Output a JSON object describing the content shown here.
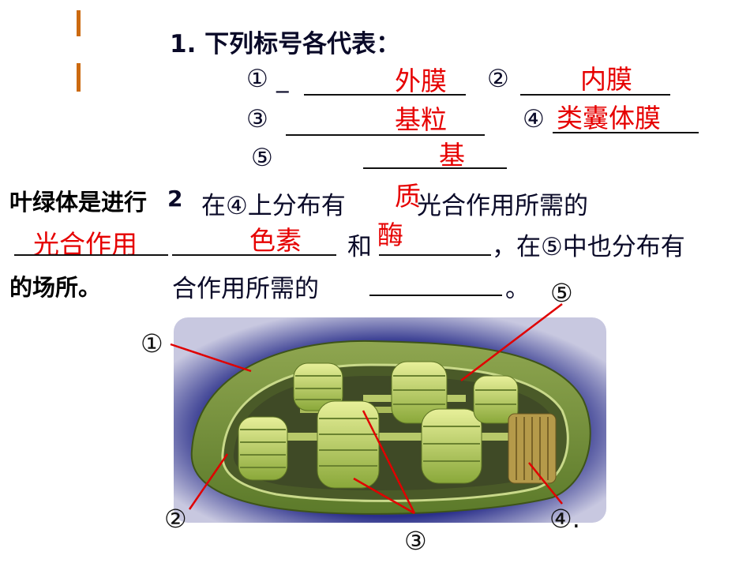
{
  "question": {
    "title": "1. 下列标号各代表：",
    "n1": "①",
    "n2": "②",
    "n3": "③",
    "n4": "④",
    "n5": "⑤",
    "sentence1_a": "在④上分布有",
    "sentence1_b": "光合作用所需的",
    "sentence2_mid": "和",
    "sentence2_end": "，在⑤中也分布有",
    "sentence3": "合作用所需的",
    "sentence3_end": "。"
  },
  "answers": {
    "a1": "外膜",
    "a2": "内膜",
    "a3": "基粒",
    "a4": "类囊体膜",
    "a5_line1": "基",
    "a5_line2": "质",
    "a6": "光合作用",
    "a7": "色素",
    "a8": "酶"
  },
  "overlay_text": {
    "line1": "叶绿体是进行",
    "overlap": "2",
    "line2": "的场所。"
  },
  "diagram_labels": {
    "l1": "①",
    "l2": "②",
    "l3": "③",
    "l4": "④.",
    "l5": "⑤"
  },
  "colors": {
    "answer": "#e60000",
    "text": "#0a0a28",
    "pointer": "#e00000",
    "background_gradient": "#2a2f8a"
  }
}
